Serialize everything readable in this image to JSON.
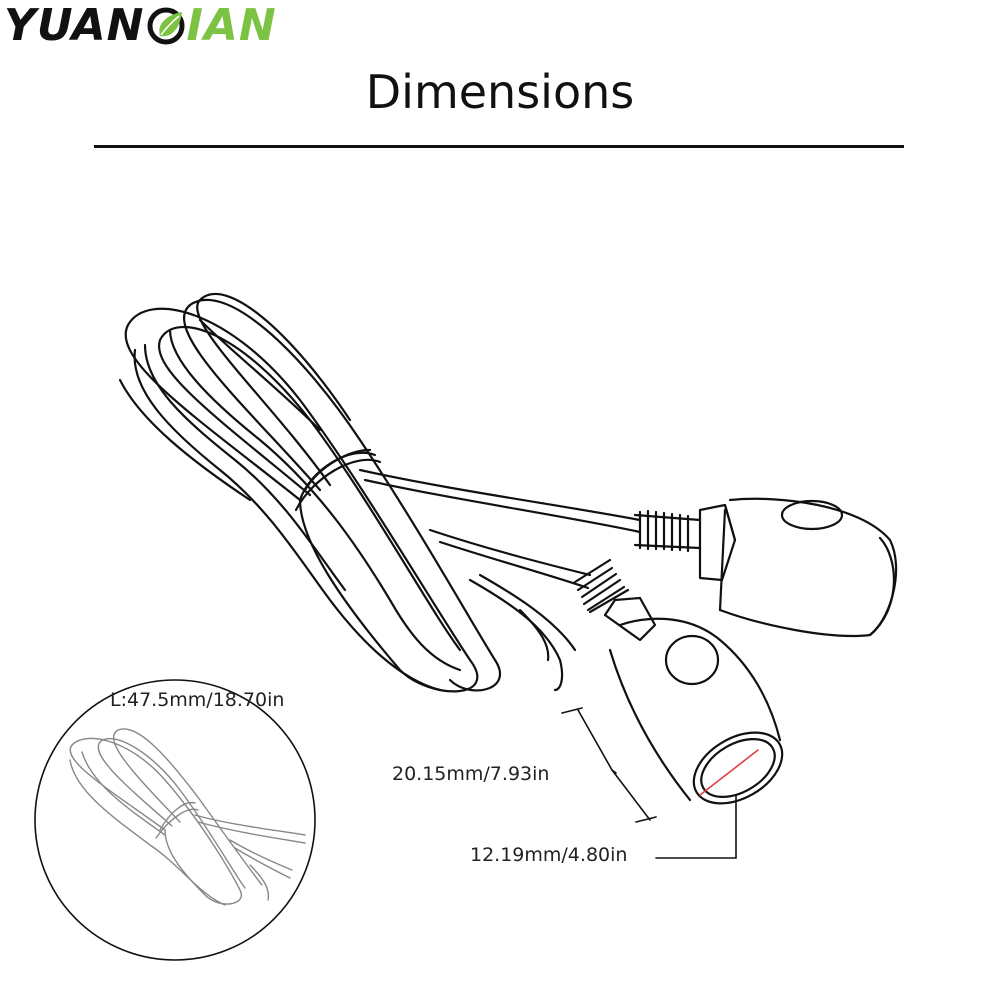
{
  "brand": {
    "part1": "YUAN",
    "part2": "IAN",
    "icon": "leaf-icon",
    "accent": "#7cc243"
  },
  "title": "Dimensions",
  "dimensions": {
    "cable_length": "L:47.5mm/18.70in",
    "body_length": "20.15mm/7.93in",
    "lens_diameter": "12.19mm/4.80in"
  },
  "colors": {
    "ink": "#111111",
    "lens_line": "#e04040"
  }
}
